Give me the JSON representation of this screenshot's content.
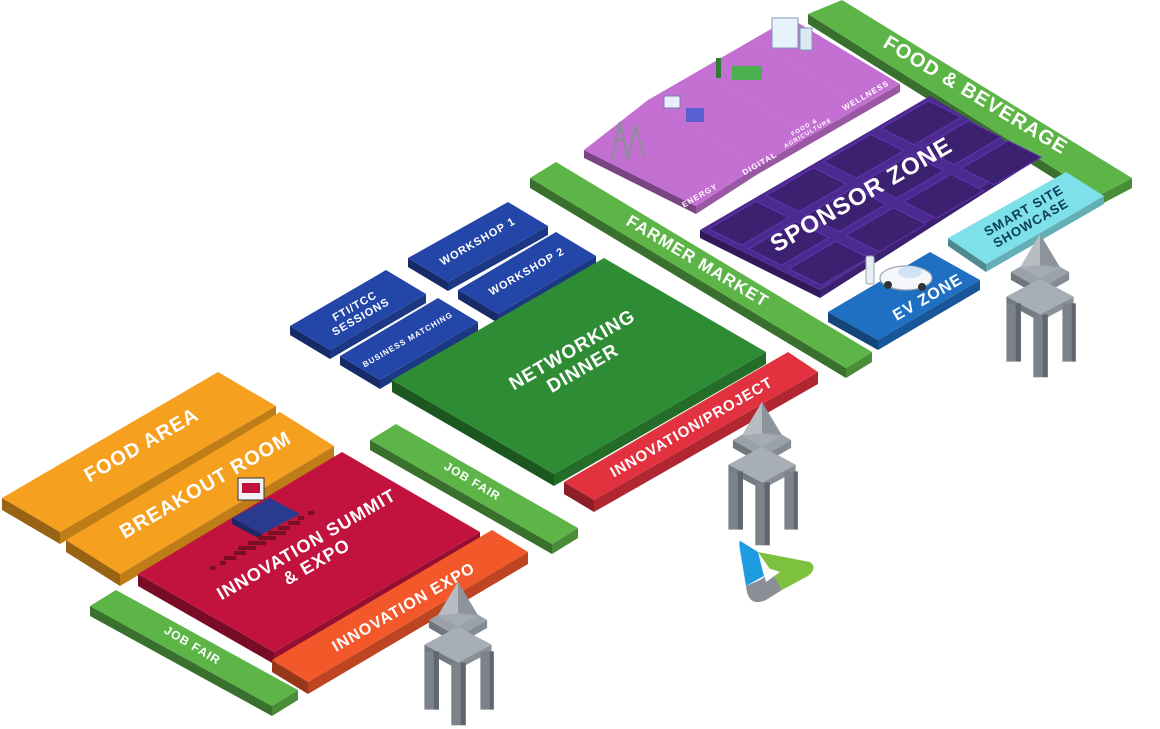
{
  "map": {
    "zones": [
      {
        "id": "food-beverage",
        "label": "FOOD & BEVERAGE",
        "color": "#5db548",
        "label_color": "#ffffff"
      },
      {
        "id": "wellness",
        "label": "WELLNESS",
        "color": "#c470d2",
        "label_color": "#ffffff"
      },
      {
        "id": "food-agriculture",
        "label": "FOOD & AGRICULTURE",
        "color": "#c470d2",
        "label_color": "#ffffff"
      },
      {
        "id": "digital",
        "label": "DIGITAL",
        "color": "#c470d2",
        "label_color": "#ffffff"
      },
      {
        "id": "energy",
        "label": "ENERGY",
        "color": "#c470d2",
        "label_color": "#ffffff"
      },
      {
        "id": "sponsor-zone",
        "label": "SPONSOR ZONE",
        "color": "#4d2a8f",
        "label_color": "#ffffff"
      },
      {
        "id": "smart-site-showcase",
        "label": "SMART SITE SHOWCASE",
        "color": "#7ee0e8",
        "label_color": "#0b3b5c"
      },
      {
        "id": "ev-zone",
        "label": "EV ZONE",
        "color": "#1f6fc2",
        "label_color": "#ffffff"
      },
      {
        "id": "farmer-market",
        "label": "FARMER MARKET",
        "color": "#5db548",
        "label_color": "#ffffff"
      },
      {
        "id": "workshop-1",
        "label": "WORKSHOP 1",
        "color": "#2446a8",
        "label_color": "#ffffff"
      },
      {
        "id": "workshop-2",
        "label": "WORKSHOP 2",
        "color": "#2446a8",
        "label_color": "#ffffff"
      },
      {
        "id": "fti-tcc-sessions",
        "label": "FTI/TCC SESSIONS",
        "color": "#2446a8",
        "label_color": "#ffffff"
      },
      {
        "id": "business-matching",
        "label": "BUSINESS MATCHING",
        "color": "#2446a8",
        "label_color": "#ffffff"
      },
      {
        "id": "networking-dinner",
        "label": "NETWORKING DINNER",
        "color": "#2e8c34",
        "label_color": "#ffffff"
      },
      {
        "id": "innovation-project",
        "label": "INNOVATION/PROJECT",
        "color": "#e2313f",
        "label_color": "#ffffff"
      },
      {
        "id": "job-fair-mid",
        "label": "JOB FAIR",
        "color": "#5db548",
        "label_color": "#ffffff"
      },
      {
        "id": "food-area",
        "label": "FOOD AREA",
        "color": "#f5a01e",
        "label_color": "#ffffff"
      },
      {
        "id": "breakout-room",
        "label": "BREAKOUT ROOM",
        "color": "#f5a01e",
        "label_color": "#ffffff"
      },
      {
        "id": "innovation-summit-expo",
        "label": "INNOVATION SUMMIT & EXPO",
        "color": "#c2133e",
        "label_color": "#ffffff"
      },
      {
        "id": "innovation-expo",
        "label": "INNOVATION EXPO",
        "color": "#f2582a",
        "label_color": "#ffffff"
      },
      {
        "id": "job-fair-front",
        "label": "JOB FAIR",
        "color": "#5db548",
        "label_color": "#ffffff"
      }
    ],
    "entrances": [
      "gate-innovation-expo",
      "gate-innovation-project",
      "gate-smart-site"
    ],
    "logo": {
      "name": "brand-logo",
      "colors": [
        "#1f9be0",
        "#7cc23f",
        "#8a8f96"
      ]
    }
  }
}
